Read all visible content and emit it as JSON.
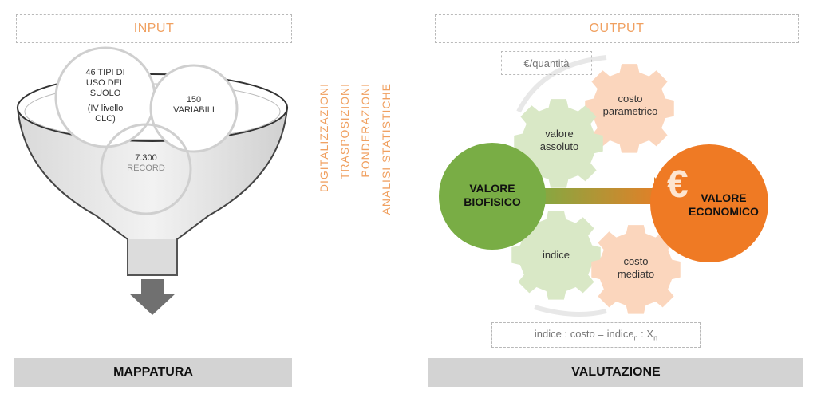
{
  "input": {
    "title": "INPUT",
    "circle_land_use": {
      "lines": [
        "46 TIPI DI",
        "USO DEL",
        "SUOLO"
      ],
      "sub": [
        "(IV livello",
        "CLC)"
      ]
    },
    "circle_variables": {
      "number": "150",
      "label": "VARIABILI"
    },
    "circle_records": {
      "number": "7.300",
      "label": "RECORD"
    },
    "bottom_label": "MAPPATURA"
  },
  "middle": {
    "columns": [
      "DIGITALIZZAZIONI",
      "TRASPOSIZIONI",
      "PONDERAZIONI",
      "ANALISI STATISTICHE"
    ]
  },
  "output": {
    "title": "OUTPUT",
    "top_formula": "€/quantità",
    "gear_absolute": [
      "valore",
      "assoluto"
    ],
    "gear_parametric": [
      "costo",
      "parametrico"
    ],
    "gear_index": "indice",
    "gear_mediated": [
      "costo",
      "mediato"
    ],
    "biophysical": [
      "VALORE",
      "BIOFISICO"
    ],
    "economic": [
      "VALORE",
      "ECONOMICO"
    ],
    "euro_symbol": "€",
    "bottom_formula": {
      "text": "indice : costo = indice",
      "sub_n": "n",
      "tail": " : X",
      "sub_n2": "n"
    },
    "bottom_label": "VALUTAZIONE"
  },
  "colors": {
    "orange": "#f0a060",
    "green": "#79ad45",
    "economic": "#ef7a24",
    "gear_green": "#d9e8c6",
    "gear_orange": "#fbd6bd"
  }
}
